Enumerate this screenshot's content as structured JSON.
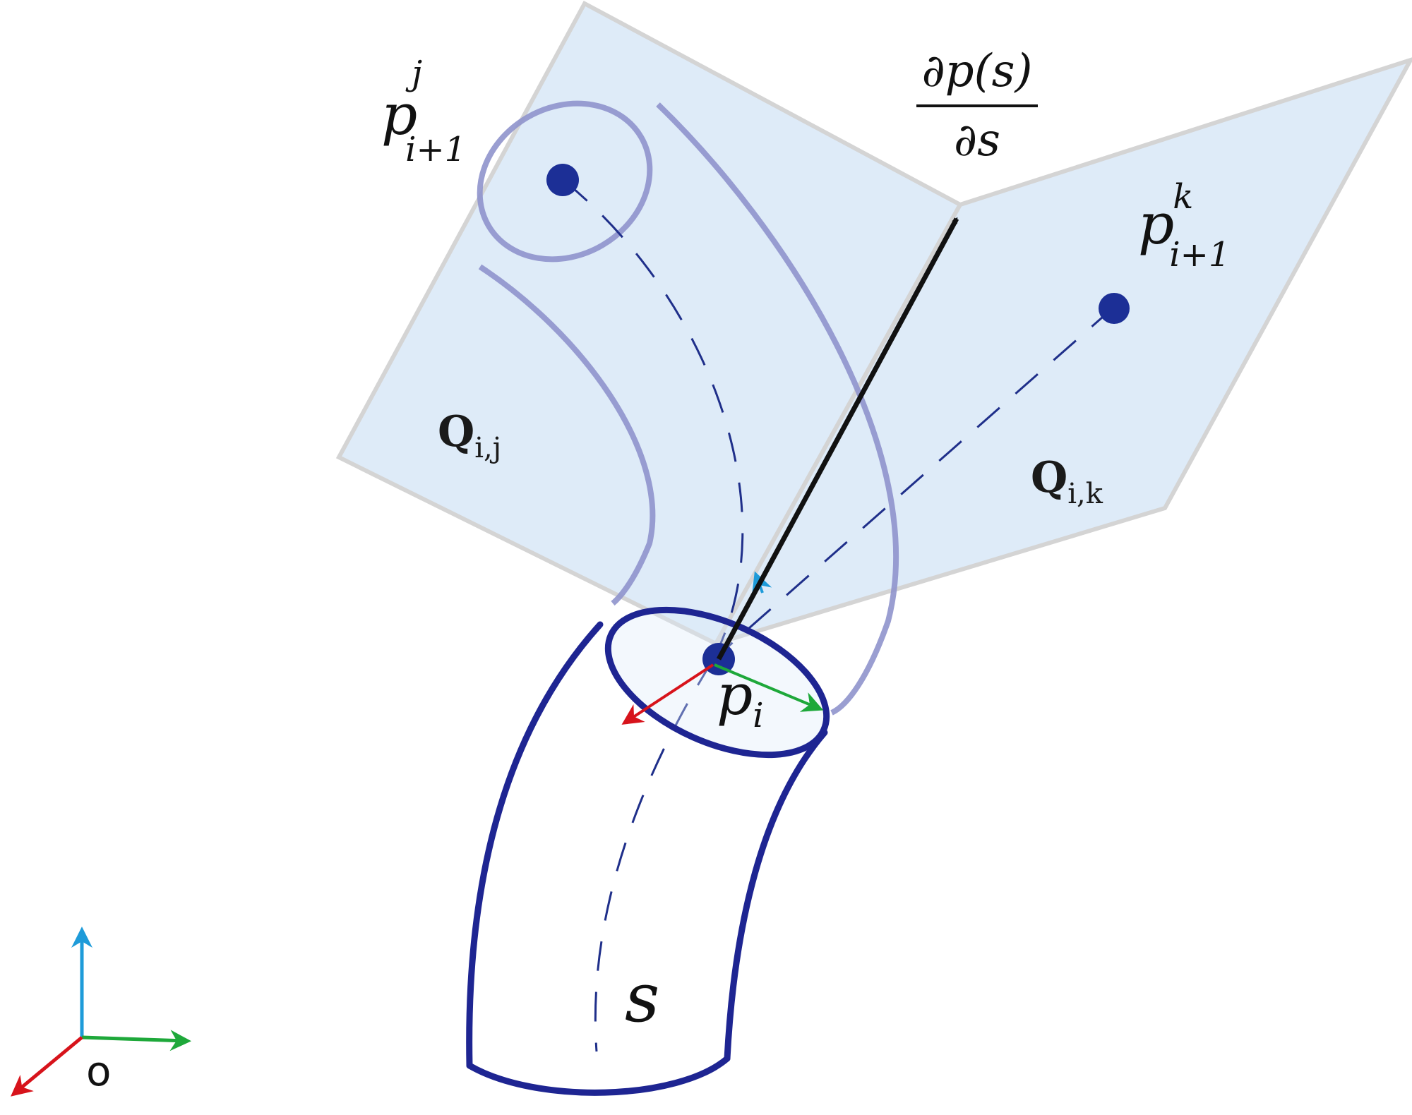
{
  "labels": {
    "p_upper_left": {
      "base": "p",
      "sub": "i+1",
      "sup": "j"
    },
    "p_right": {
      "base": "p",
      "sub": "i+1",
      "sup": "k"
    },
    "p_i": {
      "base": "p",
      "sub": "i"
    },
    "derivative": {
      "numerator": "∂p(s)",
      "denominator": "∂s"
    },
    "plane_left": {
      "base": "Q",
      "sub": "i,j"
    },
    "plane_right": {
      "base": "Q",
      "sub": "i,k"
    },
    "tube_label": "s",
    "origin_label": "o"
  },
  "colors": {
    "plane_fill": "#deebf8",
    "plane_edge": "#d4d4d4",
    "tube_solid": "#1e2592",
    "tube_faded": "#8f93cc",
    "centerline": "#1f2f8a",
    "point": "#1c2f96",
    "vector": "#111111",
    "axis_x": "#d7131b",
    "axis_y": "#1ea83a",
    "axis_z": "#1e9bd9"
  }
}
